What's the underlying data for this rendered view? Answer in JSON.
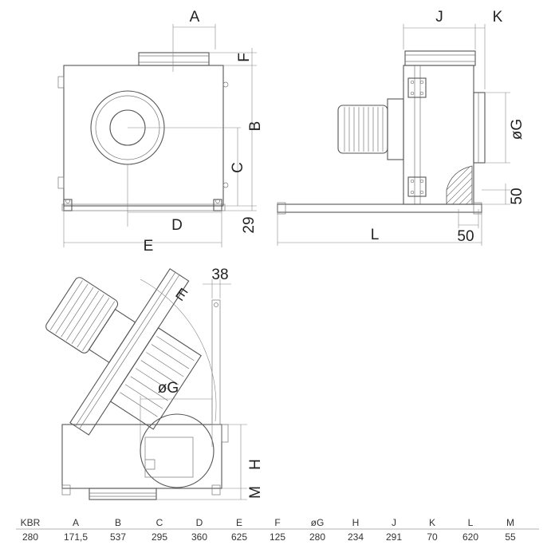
{
  "labels": {
    "A": "A",
    "J": "J",
    "K": "K",
    "F": "F",
    "B": "B",
    "C": "C",
    "G_right": "øG",
    "m50_right": "50",
    "D": "D",
    "m29": "29",
    "E_front": "E",
    "L": "L",
    "m50_bottom": "50",
    "m38": "38",
    "E_arc": "E",
    "G_bottom": "øG",
    "H": "H",
    "M": "M"
  },
  "table": {
    "headers": [
      "KBR",
      "A",
      "B",
      "C",
      "D",
      "E",
      "F",
      "øG",
      "H",
      "J",
      "K",
      "L",
      "M"
    ],
    "row": [
      "280",
      "171,5",
      "537",
      "295",
      "360",
      "625",
      "125",
      "280",
      "234",
      "291",
      "70",
      "620",
      "55"
    ]
  }
}
